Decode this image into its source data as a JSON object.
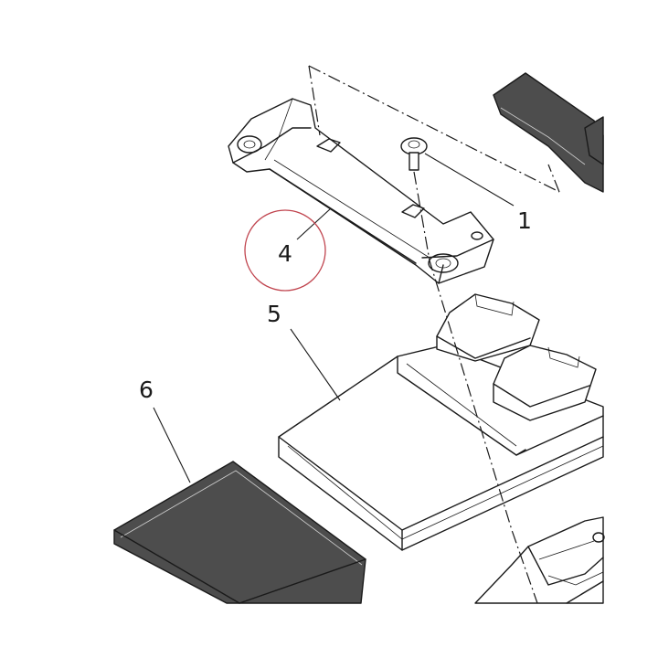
{
  "callouts": {
    "part_1": "1",
    "part_4": "4",
    "part_5": "5",
    "part_6": "6"
  },
  "colors": {
    "line": "#1a1a1a",
    "dark_part": "#4d4d4d",
    "highlight_circle": "#c0444e"
  },
  "highlighted_callout": "4"
}
